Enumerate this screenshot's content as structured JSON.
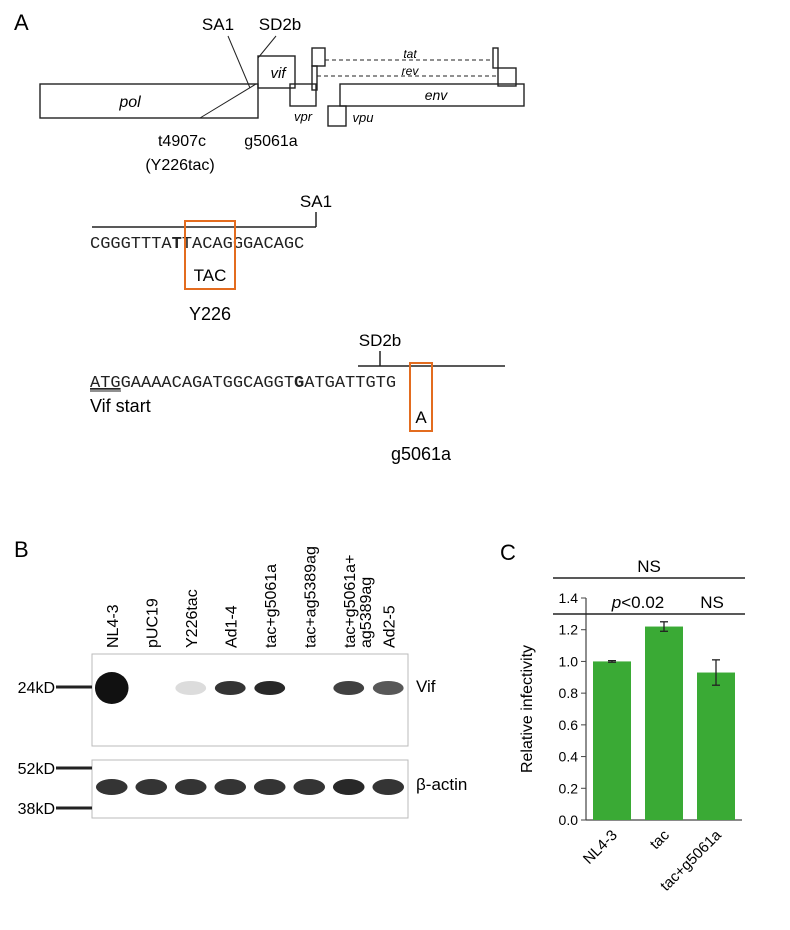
{
  "panels": {
    "a": "A",
    "b": "B",
    "c": "C"
  },
  "genome": {
    "genes": {
      "pol": "pol",
      "vif": "vif",
      "vpr": "vpr",
      "vpu": "vpu",
      "tat": "tat",
      "rev": "rev",
      "env": "env"
    },
    "sites": {
      "sa1": "SA1",
      "sd2b": "SD2b"
    },
    "mutations": {
      "t4907c": "t4907c",
      "y226tac": "(Y226tac)",
      "g5061a": "g5061a"
    }
  },
  "seq1": {
    "site": "SA1",
    "pre": "CGGGTTTA",
    "bold": "T",
    "post": "TACAGGGACAGC",
    "box": "TAC",
    "caption": "Y226"
  },
  "seq2": {
    "site": "SD2b",
    "start_codon": "ATG",
    "pre": "GAAAACAGATGGCAGGT",
    "bold": "G",
    "post": "ATGATTGTG",
    "start_label": "Vif start",
    "box": "A",
    "caption": "g5061a"
  },
  "blot": {
    "lanes": [
      "NL4-3",
      "pUC19",
      "Y226tac",
      "Ad1-4",
      "tac+g5061a",
      "tac+ag5389ag",
      "tac+g5061a+",
      "Ad2-5"
    ],
    "lane7_second_line": "ag5389ag",
    "markers": [
      "24kD",
      "52kD",
      "38kD"
    ],
    "vif_label": "Vif",
    "actin_label": "β-actin",
    "vif_intensity": [
      1.0,
      0.0,
      0.08,
      0.85,
      0.9,
      0.0,
      0.8,
      0.7
    ],
    "actin_intensity": [
      0.85,
      0.85,
      0.85,
      0.85,
      0.85,
      0.85,
      0.9,
      0.85
    ]
  },
  "chart_data": {
    "type": "bar",
    "categories": [
      "NL4-3",
      "tac",
      "tac+g5061a"
    ],
    "values": [
      1.0,
      1.22,
      0.93
    ],
    "errors": [
      0.005,
      0.03,
      0.08
    ],
    "ylabel": "Relative infectivity",
    "ylim": [
      0,
      1.4
    ],
    "yticks": [
      "0.0",
      "0.2",
      "0.4",
      "0.6",
      "0.8",
      "1.0",
      "1.2",
      "1.4"
    ],
    "bar_color": "#3aaa35",
    "grid": false,
    "significance": {
      "ns_top": "NS",
      "p_label_italic": "p",
      "p_label_rest": "<0.02",
      "ns_right": "NS"
    }
  },
  "colors": {
    "box": "#e36c1f",
    "bar": "#3aaa35",
    "ink": "#222222"
  }
}
